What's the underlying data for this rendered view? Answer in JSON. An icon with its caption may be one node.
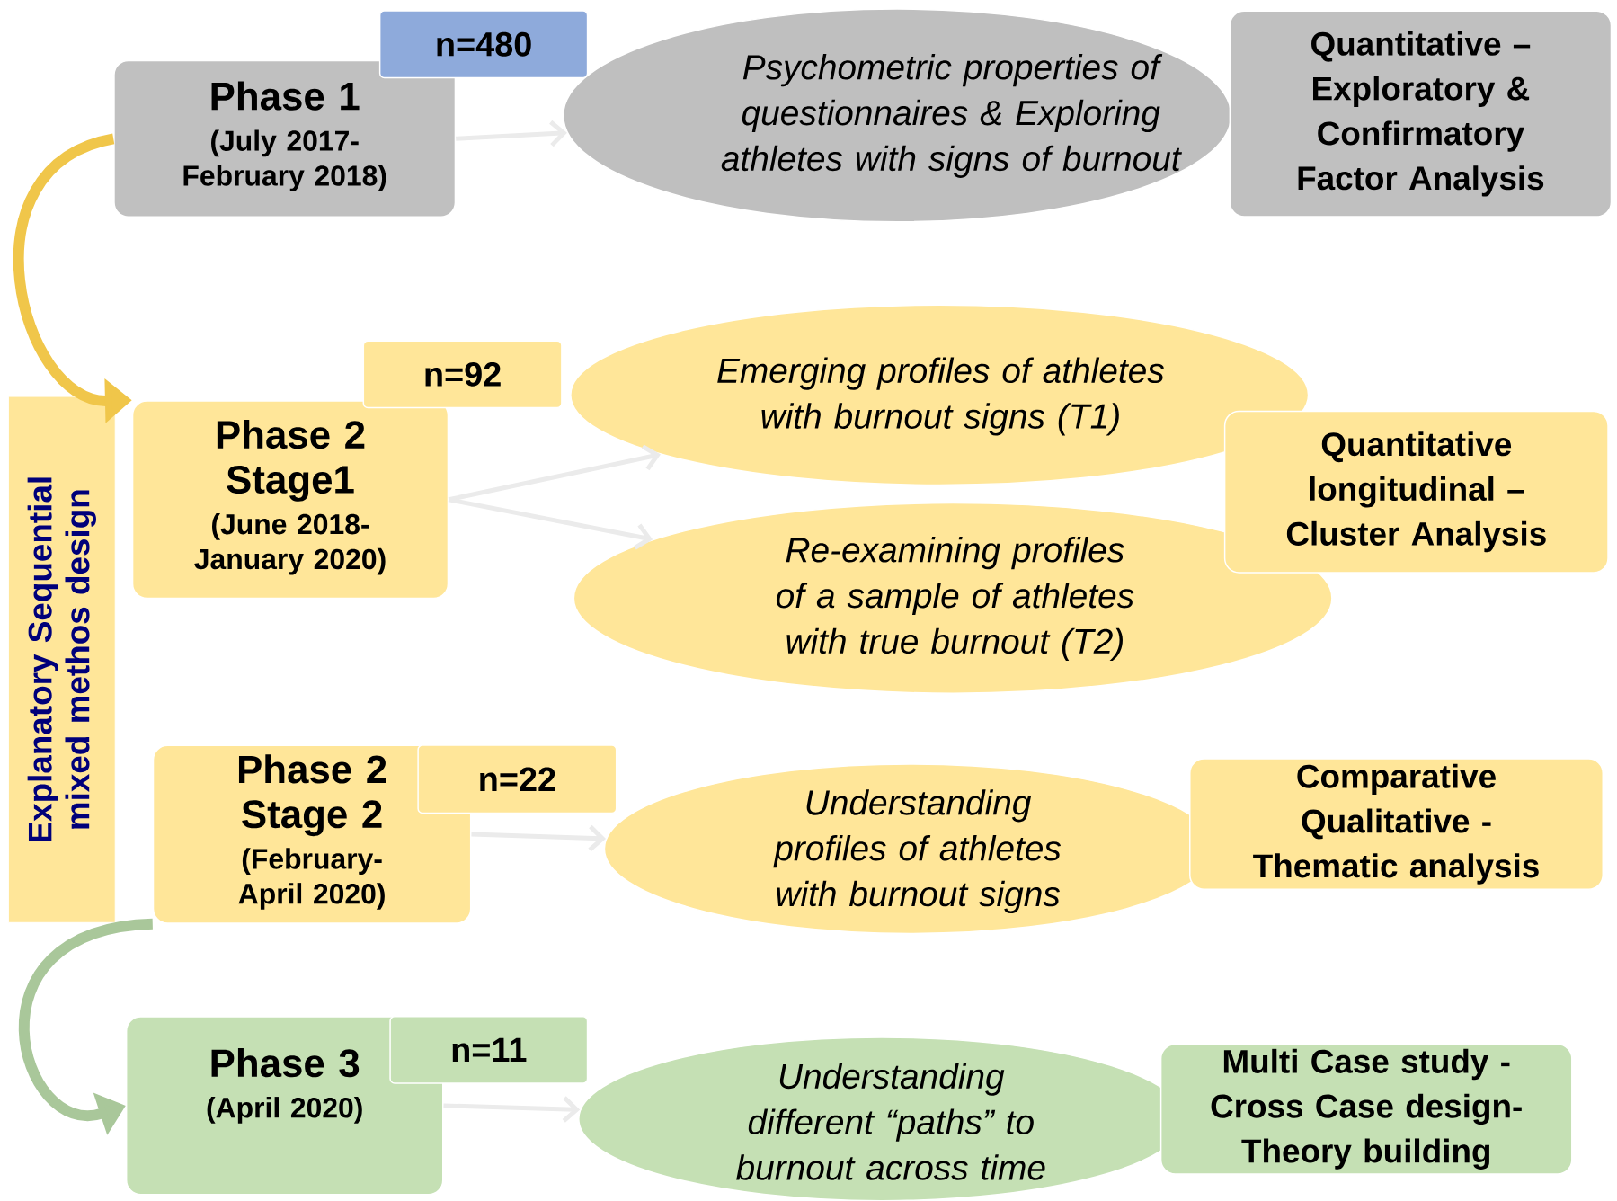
{
  "diagram": {
    "nodes": [
      {
        "text": [
          "Explanatory Sequential mixed methos design"
        ]
      },
      {
        "text": [
          "Phase 1",
          "(July 2017- February 2018)"
        ]
      },
      {
        "text": [
          "n=480"
        ]
      },
      {
        "text": [
          "Psychometric properties of questionnaires & Exploring athletes with signs of burnout"
        ]
      },
      {
        "text": [
          "Quantitative – Exploratory & Confirmatory Factor Analysis"
        ]
      },
      {
        "text": [
          "n=92"
        ]
      },
      {
        "text": [
          "Phase 2 Stage1",
          "(June 2018- January 2020)"
        ]
      },
      {
        "text": [
          "Emerging profiles of athletes with burnout signs (T1)"
        ]
      },
      {
        "text": [
          "Quantitative longitudinal – Cluster Analysis"
        ]
      },
      {
        "text": [
          "Re-examining profiles of a sample of athletes with true burnout (T2)"
        ]
      },
      {
        "text": [
          "Phase 2 Stage 2",
          "(February-April 2020)"
        ]
      },
      {
        "text": [
          "n=22"
        ]
      },
      {
        "text": [
          "Understanding profiles of athletes with burnout signs"
        ]
      },
      {
        "text": [
          "Comparative Qualitative - Thematic analysis"
        ]
      },
      {
        "text": [
          "Phase 3",
          "(April 2020)"
        ]
      },
      {
        "text": [
          "n=11"
        ]
      },
      {
        "text": [
          "Understanding different “paths” to burnout across time"
        ]
      },
      {
        "text": [
          "Multi Case study - Cross Case design- Theory building"
        ]
      }
    ],
    "edges": [
      {
        "from": 1,
        "to": 3,
        "arrow": "to"
      },
      {
        "from": 6,
        "to": 7,
        "arrow": "to"
      },
      {
        "from": 6,
        "to": 9,
        "arrow": "to"
      },
      {
        "from": 10,
        "to": 12,
        "arrow": "to"
      },
      {
        "from": 14,
        "to": 16,
        "arrow": "to"
      },
      {
        "from": 1,
        "to": 6,
        "arrow": "to",
        "style": "thick",
        "color": "#f0c64a"
      },
      {
        "from": 10,
        "to": 14,
        "arrow": "to",
        "style": "thick",
        "color": "#a9c79a"
      }
    ]
  }
}
